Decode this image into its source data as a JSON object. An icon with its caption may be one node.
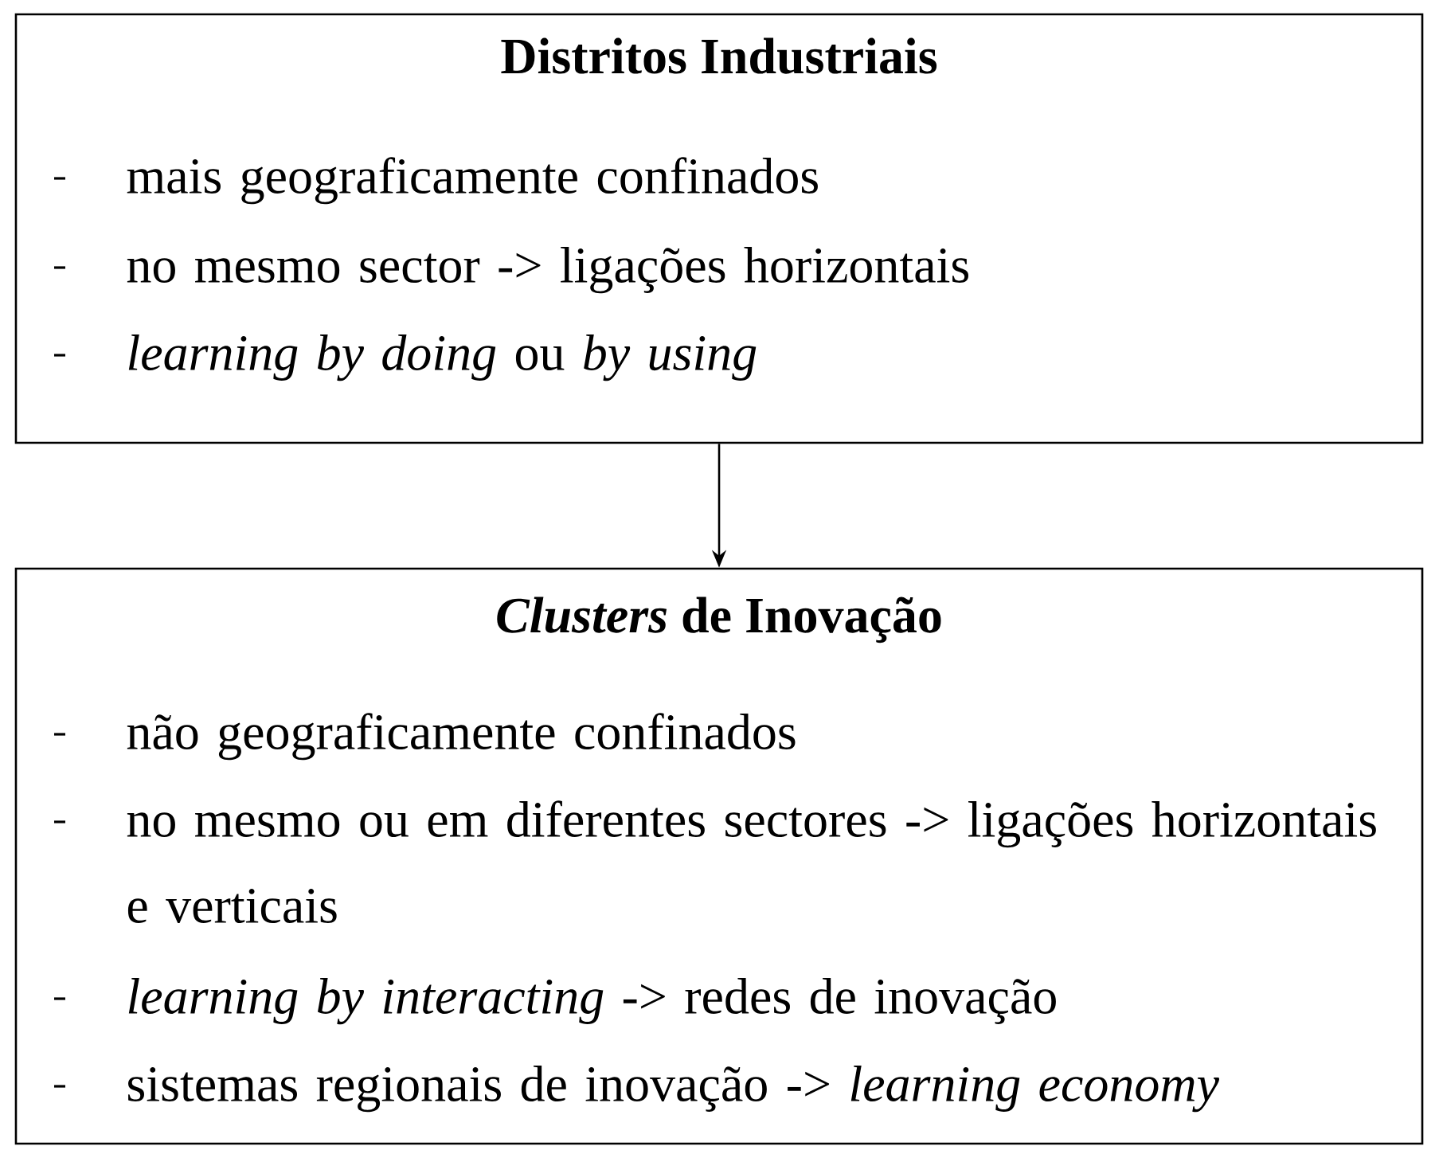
{
  "diagram": {
    "nodes": [
      {
        "text": [
          "Distritos Industriais",
          "mais geograficamente confinados",
          "no mesmo sector -> ligações horizontais",
          "*learning by doing* ou *by using*"
        ]
      },
      {
        "text": [
          "*Clusters* de Inovação",
          "não geograficamente confinados",
          "no mesmo ou em diferentes sectores -> ligações horizontais e verticais",
          "*learning by interacting* -> redes de inovação",
          "sistemas regionais de inovação -> *learning economy*"
        ]
      }
    ],
    "edges": [
      {
        "from": 0,
        "to": 1,
        "arrow": "to"
      }
    ]
  }
}
